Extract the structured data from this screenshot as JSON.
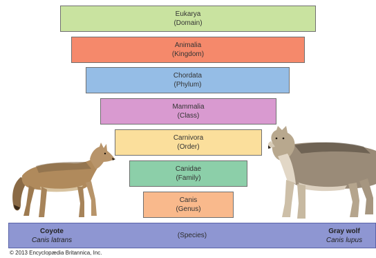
{
  "levels": [
    {
      "name": "Eukarya",
      "rank": "(Domain)",
      "color": "#c9e3a0"
    },
    {
      "name": "Animalia",
      "rank": "(Kingdom)",
      "color": "#f5896b"
    },
    {
      "name": "Chordata",
      "rank": "(Phylum)",
      "color": "#95bde6"
    },
    {
      "name": "Mammalia",
      "rank": "(Class)",
      "color": "#d99ad0"
    },
    {
      "name": "Carnivora",
      "rank": "(Order)",
      "color": "#fbdf9c"
    },
    {
      "name": "Canidae",
      "rank": "(Family)",
      "color": "#8ccfa9"
    },
    {
      "name": "Canis",
      "rank": "(Genus)",
      "color": "#f9b98c"
    }
  ],
  "species": {
    "label": "(Species)",
    "color": "#8e96d2",
    "left": {
      "common": "Coyote",
      "scientific": "Canis latrans"
    },
    "right": {
      "common": "Gray wolf",
      "scientific": "Canis lupus"
    }
  },
  "copyright": "© 2013 Encyclopædia Britannica, Inc."
}
